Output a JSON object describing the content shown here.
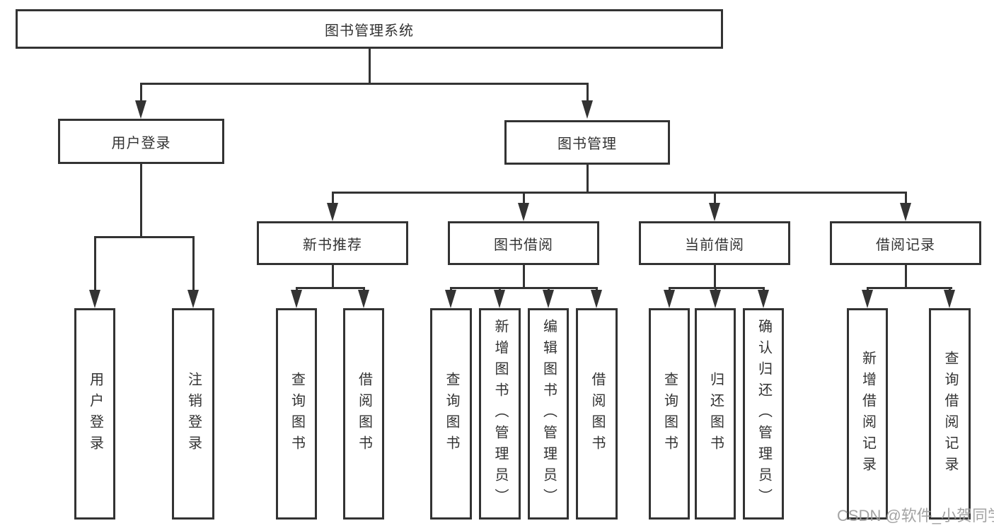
{
  "diagram": {
    "root": {
      "label": "图书管理系统"
    },
    "level2": [
      {
        "label": "用户登录"
      },
      {
        "label": "图书管理"
      }
    ],
    "level3": [
      {
        "label": "新书推荐"
      },
      {
        "label": "图书借阅"
      },
      {
        "label": "当前借阅"
      },
      {
        "label": "借阅记录"
      }
    ],
    "level4": {
      "user_login": [
        "用户登录",
        "注销登录"
      ],
      "new_book_recommend": [
        "查询图书",
        "借阅图书"
      ],
      "book_borrowing": [
        "查询图书",
        "新增图书（管理员）",
        "编辑图书（管理员）",
        "借阅图书"
      ],
      "current_borrowing": [
        "查询图书",
        "归还图书",
        "确认归还（管理员）"
      ],
      "borrowing_records": [
        "新增借阅记录",
        "查询借阅记录"
      ]
    }
  },
  "watermark": {
    "text": "CSDN @软件_小贺同学",
    "color": "#9c9c9c"
  },
  "colors": {
    "line": "#333333",
    "text": "#333333",
    "background": "#ffffff"
  }
}
